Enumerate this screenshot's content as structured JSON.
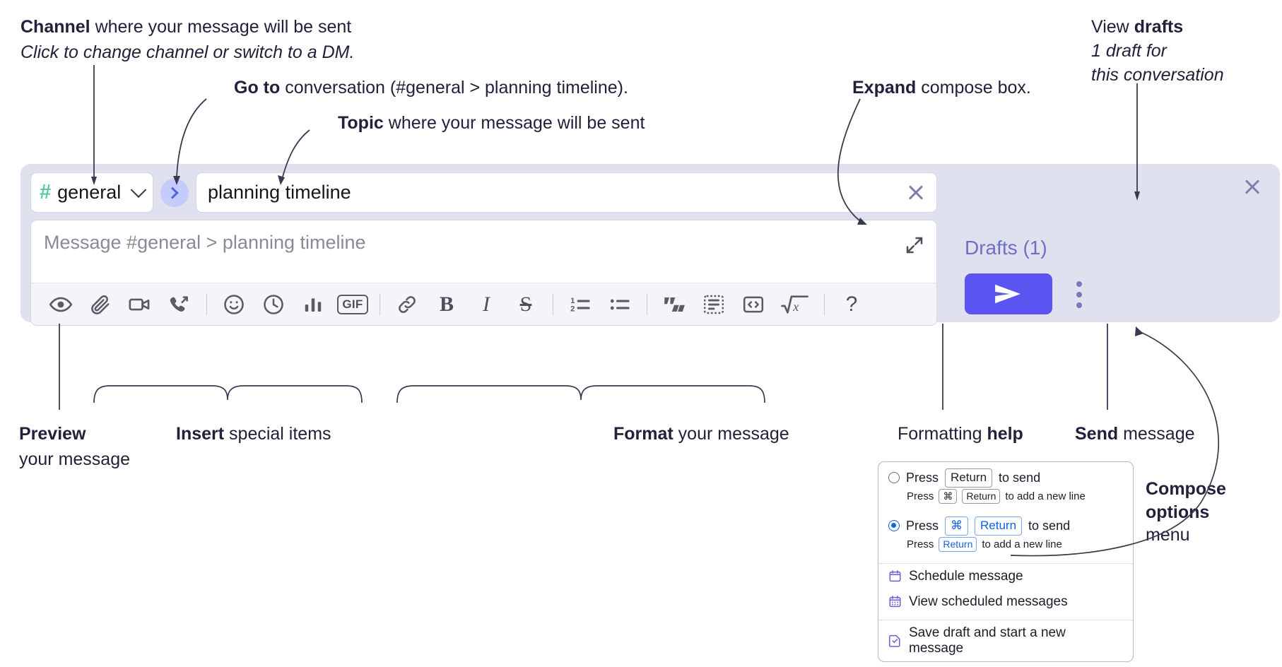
{
  "annotations": {
    "channel": {
      "bold": "Channel",
      "rest": " where your message will be sent",
      "sub": "Click to change channel or switch to a DM."
    },
    "goto": {
      "bold": "Go to",
      "rest": " conversation (#general > planning timeline)."
    },
    "topic": {
      "bold": "Topic",
      "rest": " where your message will be sent"
    },
    "expand": {
      "bold": "Expand",
      "rest": " compose box."
    },
    "drafts": {
      "lead": "View ",
      "bold": "drafts",
      "sub1": "1 draft for",
      "sub2": "this conversation"
    },
    "preview": {
      "bold": "Preview",
      "sub": "your message"
    },
    "insert": {
      "bold": "Insert",
      "rest": " special items"
    },
    "format": {
      "bold": "Format",
      "rest": " your message"
    },
    "help": {
      "lead": "Formatting ",
      "bold": "help"
    },
    "send": {
      "bold": "Send",
      "rest": " message"
    },
    "compose_options": {
      "b1": "Compose",
      "b2": "options",
      "sub": "menu"
    }
  },
  "compose": {
    "channel": {
      "hash": "#",
      "name": "general"
    },
    "topic_value": "planning timeline",
    "message_placeholder": "Message #general > planning timeline",
    "drafts_label": "Drafts (1)",
    "toolbar": [
      {
        "name": "preview-icon",
        "label": "Preview"
      },
      {
        "name": "attachment-icon",
        "label": "Attach file"
      },
      {
        "name": "video-icon",
        "label": "Record video clip"
      },
      {
        "name": "audio-call-icon",
        "label": "Record audio clip"
      },
      {
        "name": "separator",
        "label": ""
      },
      {
        "name": "emoji-icon",
        "label": "Emoji"
      },
      {
        "name": "clock-icon",
        "label": "Reminder"
      },
      {
        "name": "poll-icon",
        "label": "Poll"
      },
      {
        "name": "gif-icon",
        "label": "GIF"
      },
      {
        "name": "separator",
        "label": ""
      },
      {
        "name": "link-icon",
        "label": "Link"
      },
      {
        "name": "bold-icon",
        "label": "B"
      },
      {
        "name": "italic-icon",
        "label": "I"
      },
      {
        "name": "strikethrough-icon",
        "label": "S"
      },
      {
        "name": "separator",
        "label": ""
      },
      {
        "name": "ordered-list-icon",
        "label": "Ordered list"
      },
      {
        "name": "bulleted-list-icon",
        "label": "Bulleted list"
      },
      {
        "name": "separator",
        "label": ""
      },
      {
        "name": "blockquote-icon",
        "label": "Blockquote"
      },
      {
        "name": "code-block-icon",
        "label": "Code block"
      },
      {
        "name": "code-icon",
        "label": "Code"
      },
      {
        "name": "math-icon",
        "label": "Math"
      },
      {
        "name": "separator",
        "label": ""
      },
      {
        "name": "help-icon",
        "label": "?"
      }
    ]
  },
  "options_menu": {
    "option1": {
      "selected": false,
      "press": "Press",
      "key": "Return",
      "tail": "to send",
      "sub_press": "Press",
      "sub_key1": "⌘",
      "sub_key2": "Return",
      "sub_tail": "to add a new line"
    },
    "option2": {
      "selected": true,
      "press": "Press",
      "key1": "⌘",
      "key2": "Return",
      "tail": "to send",
      "sub_press": "Press",
      "sub_key": "Return",
      "sub_tail": "to add a new line"
    },
    "items": [
      {
        "icon": "calendar-icon",
        "label": "Schedule message"
      },
      {
        "icon": "calendar-grid-icon",
        "label": "View scheduled messages"
      },
      {
        "icon": "save-draft-icon",
        "label": "Save draft and start a new message"
      }
    ]
  },
  "colors": {
    "widget_bg": "#dfe1ef",
    "send_button": "#5a54f0",
    "hash_green": "#5ecb96",
    "drafts_text": "#6c6fc4",
    "accent_blue": "#1264e0",
    "goto_circle": "#c5cbfa"
  }
}
